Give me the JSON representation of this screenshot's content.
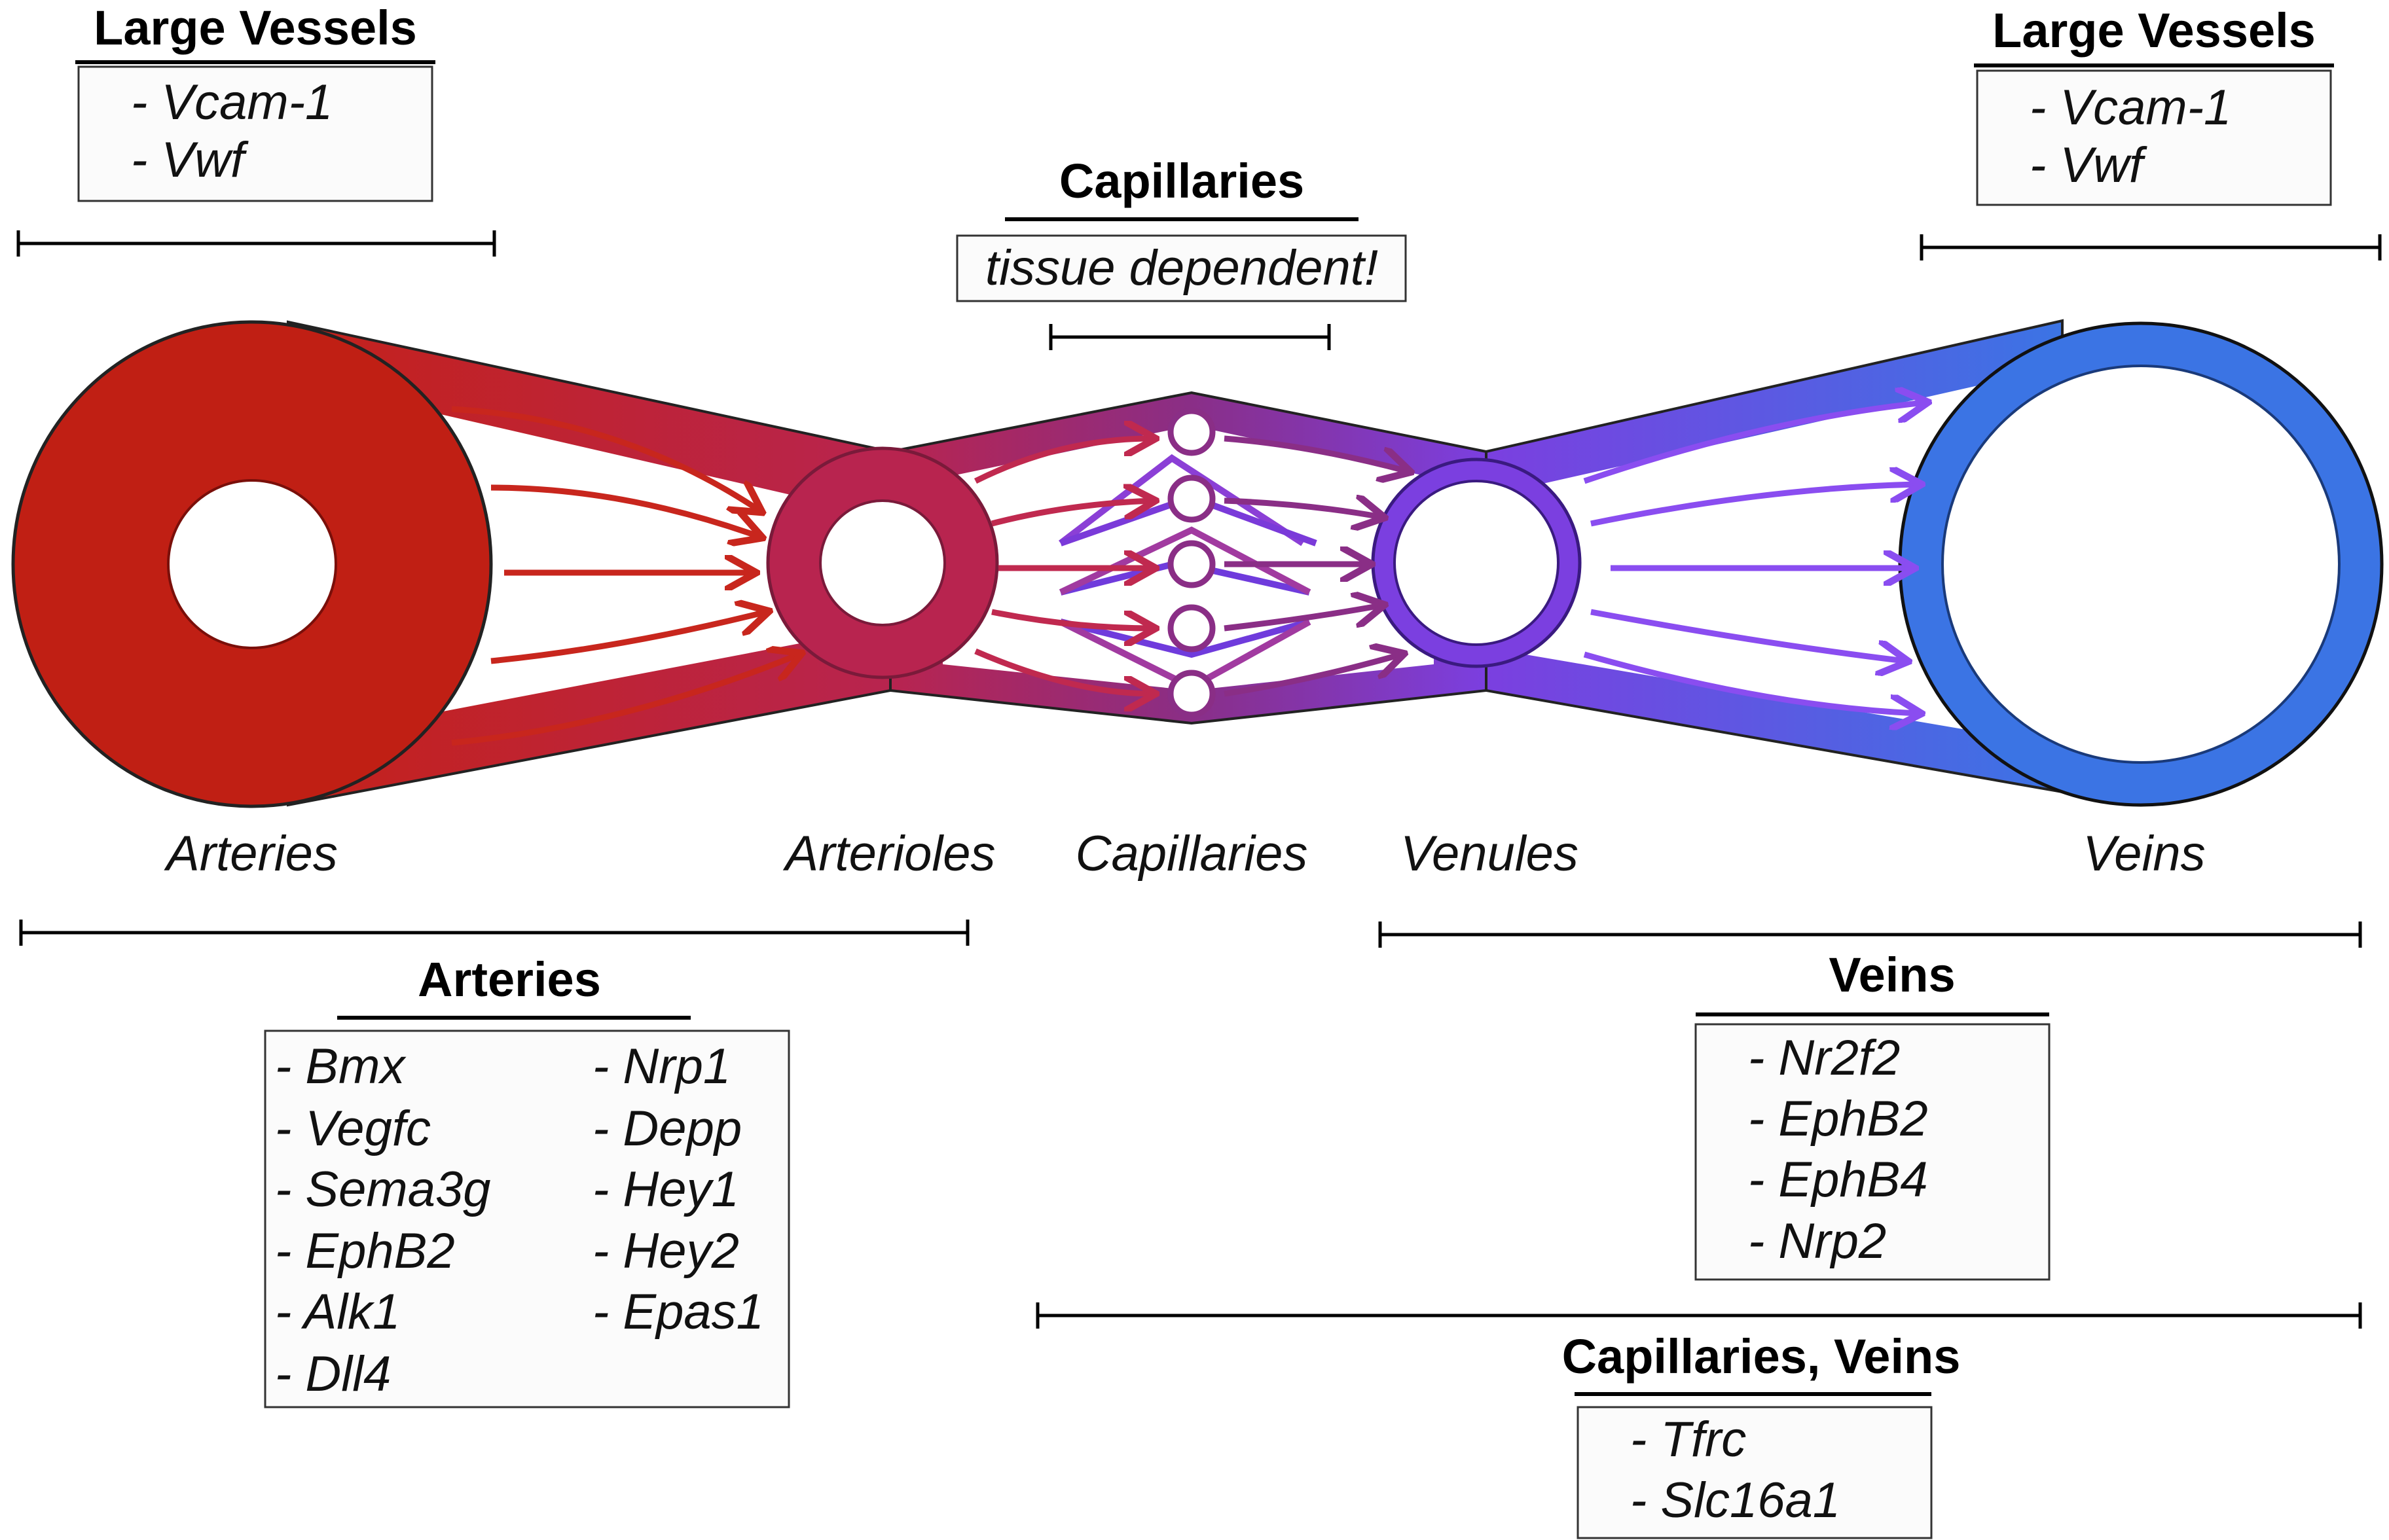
{
  "stages": {
    "arteries": "Arteries",
    "arterioles": "Arterioles",
    "capillaries": "Capillaries",
    "venules": "Venules",
    "veins": "Veins"
  },
  "groups": {
    "large_vessels_left": {
      "title": "Large Vessels",
      "genes": [
        "- Vcam-1",
        "- Vwf"
      ]
    },
    "large_vessels_right": {
      "title": "Large Vessels",
      "genes": [
        "- Vcam-1",
        "- Vwf"
      ]
    },
    "capillaries": {
      "title": "Capillaries",
      "note": "tissue dependent!"
    },
    "arteries": {
      "title": "Arteries",
      "genes_col1": [
        "- Bmx",
        "- Vegfc",
        "- Sema3g",
        "- EphB2",
        "- Alk1",
        "- Dll4"
      ],
      "genes_col2": [
        "- Nrp1",
        "- Depp",
        "- Hey1",
        "- Hey2",
        "- Epas1"
      ]
    },
    "veins": {
      "title": "Veins",
      "genes": [
        "- Nr2f2",
        "- EphB2",
        "- EphB4",
        "- Nrp2"
      ]
    },
    "capillaries_veins": {
      "title": "Capillaries, Veins",
      "genes": [
        "- Tfrc",
        "- Slc16a1"
      ]
    }
  },
  "colors": {
    "artery": "#c01f14",
    "arteriole": "#b8244f",
    "capillary": "#8a2e86",
    "venule": "#7b3fe0",
    "vein": "#3b74e4"
  }
}
